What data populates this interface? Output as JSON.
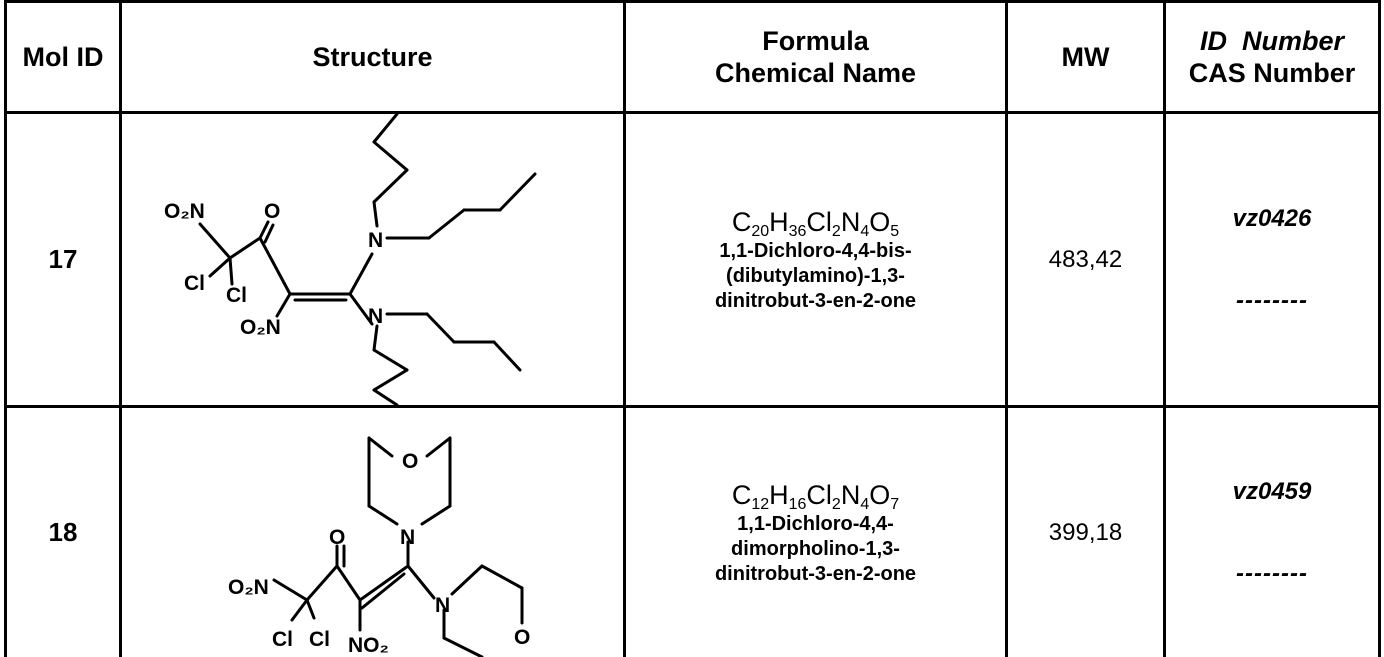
{
  "headers": {
    "mol_id": "Mol ID",
    "structure": "Structure",
    "formula_line1": "Formula",
    "formula_line2": "Chemical Name",
    "mw": "MW",
    "id_line1": "ID  Number",
    "id_line2": "CAS Number"
  },
  "rows": [
    {
      "mol_id": "17",
      "formula": {
        "C": "20",
        "H": "36",
        "Cl": "2",
        "N": "4",
        "O": "5"
      },
      "name_lines": [
        "1,1-Dichloro-4,4-bis-",
        "(dibutylamino)-1,3-",
        "dinitrobut-3-en-2-one"
      ],
      "mw": "483,42",
      "id_number": "vz0426",
      "cas_number": "--------"
    },
    {
      "mol_id": "18",
      "formula": {
        "C": "12",
        "H": "16",
        "Cl": "2",
        "N": "4",
        "O": "7"
      },
      "name_lines": [
        "1,1-Dichloro-4,4-",
        "dimorpholino-1,3-",
        "dinitrobut-3-en-2-one"
      ],
      "mw": "399,18",
      "id_number": "vz0459",
      "cas_number": "--------"
    }
  ],
  "atom_labels": {
    "nitro": "O₂N",
    "nitro_right": "NO₂",
    "chlorine": "Cl",
    "oxygen": "O",
    "nitrogen": "N"
  }
}
